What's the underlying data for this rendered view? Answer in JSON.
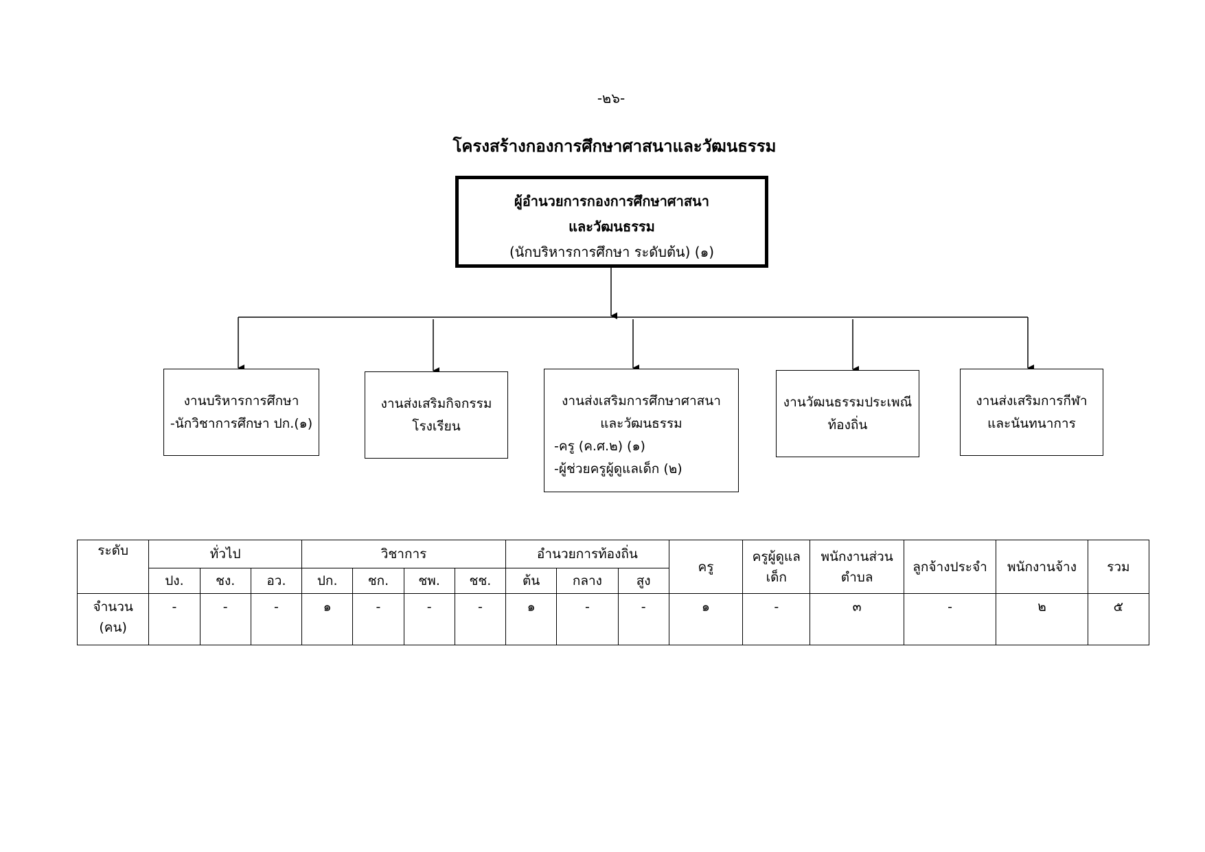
{
  "page_number": "-๒๖-",
  "title": "โครงสร้างกองการศึกษาศาสนาและวัฒนธรรม",
  "org_chart": {
    "head": {
      "line1": "ผู้อำนวยการกองการศึกษาศาสนา",
      "line2": "และวัฒนธรรม",
      "line3": "(นักบริหารการศึกษา ระดับต้น) (๑)"
    },
    "units": [
      {
        "line1": "งานบริหารการศึกษา",
        "line2": "-นักวิชาการศึกษา ปก.(๑)"
      },
      {
        "line1": "งานส่งเสริมกิจกรรม",
        "line2": "โรงเรียน"
      },
      {
        "line1": "งานส่งเสริมการศึกษาศาสนา",
        "line2": "และวัฒนธรรม",
        "line3": "-ครู (ค.ศ.๒) (๑)",
        "line4": "-ผู้ช่วยครูผู้ดูแลเด็ก (๒)"
      },
      {
        "line1": "งานวัฒนธรรมประเพณี",
        "line2": "ท้องถิ่น"
      },
      {
        "line1": "งานส่งเสริมการกีฬา",
        "line2": "และนันทนาการ"
      }
    ]
  },
  "staff_table": {
    "level_header": "ระดับ",
    "groups": {
      "general": "ทั่วไป",
      "academic": "วิชาการ",
      "local_director": "อำนวยการท้องถิ่น",
      "teacher": "ครู",
      "childcare_line1": "ครูผู้ดูแล",
      "childcare_line2": "เด็ก",
      "sub_district_line1": "พนักงานส่วน",
      "sub_district_line2": "ตำบล",
      "permanent_employee": "ลูกจ้างประจำ",
      "contract_employee": "พนักงานจ้าง",
      "total": "รวม"
    },
    "subheaders": {
      "general": [
        "ปง.",
        "ชง.",
        "อว."
      ],
      "academic": [
        "ปก.",
        "ชก.",
        "ชพ.",
        "ชช."
      ],
      "local_director": [
        "ต้น",
        "กลาง",
        "สูง"
      ]
    },
    "count_label_line1": "จำนวน",
    "count_label_line2": "(คน)",
    "counts": {
      "general": [
        "-",
        "-",
        "-"
      ],
      "academic": [
        "๑",
        "-",
        "-",
        "-"
      ],
      "local_director": [
        "๑",
        "-",
        "-"
      ],
      "teacher": "๑",
      "childcare": "-",
      "sub_district": "๓",
      "permanent_employee": "-",
      "contract_employee": "๒",
      "total": "๕"
    }
  }
}
